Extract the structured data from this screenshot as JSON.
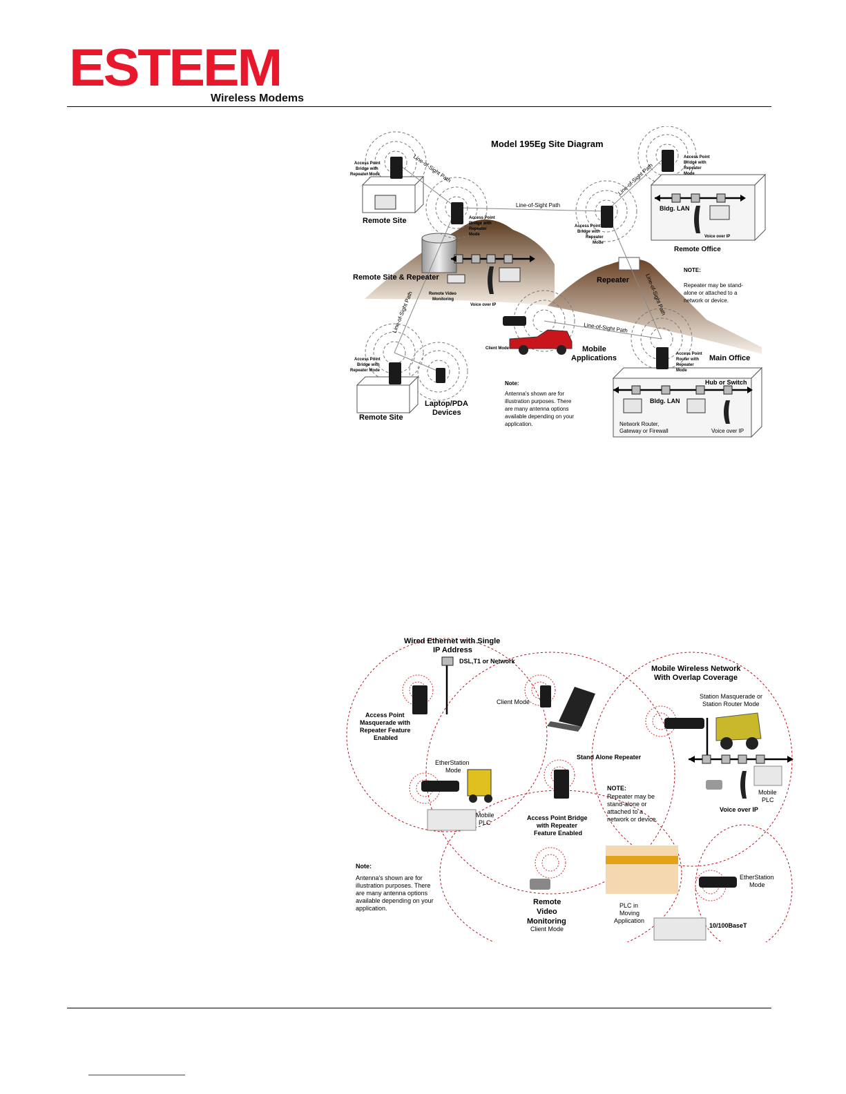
{
  "header": {
    "brand": "ESTEEM",
    "tagline": "Wireless Modems",
    "brand_color": "#e8182c"
  },
  "figure1": {
    "title": "Model 195Eg Site Diagram",
    "labels": {
      "ap_tl": [
        "Access Point",
        "Bridge with",
        "Repeater Mode"
      ],
      "remote_site_1": "Remote Site",
      "ap_center": [
        "Access Point",
        "Bridge with",
        "Repeater",
        "Mode"
      ],
      "los_1": "Line-of-Sight Path",
      "los_top": "Line-of-Sight Path",
      "los_top_right": "Line-of-Sight Path",
      "ap_repeater": [
        "Access Point",
        "Bridge with",
        "Repeater",
        "Mode"
      ],
      "ap_tr": [
        "Access Point",
        "Bridge with",
        "Repeater",
        "Mode"
      ],
      "bldg_lan_1": "Bldg. LAN",
      "voip_1": "Voice over IP",
      "remote_office": "Remote Office",
      "remote_site_repeater": "Remote Site & Repeater",
      "remote_video": [
        "Remote Video",
        "Monitoring"
      ],
      "voip_2": "Voice over IP",
      "repeater": "Repeater",
      "note_title": "NOTE:",
      "note_lines": [
        "Repeater may be stand-",
        "alone or attached to a",
        "network or device."
      ],
      "los_left": "Line-of-Sight Path",
      "los_right": "Line-of-Sight Path",
      "los_mobile": "Line-of-Sight Path",
      "client_mode": "Client Mode",
      "mobile_apps": [
        "Mobile",
        "Applications"
      ],
      "ap_bl": [
        "Access Point",
        "Bridge with",
        "Repeater Mode"
      ],
      "remote_site_2": "Remote Site",
      "laptop": [
        "Laptop/PDA",
        "Devices"
      ],
      "note2_title": "Note:",
      "note2_lines": [
        "Antenna's shown are for",
        "illustration purposes.  There",
        "are many antenna options",
        "available depending on your",
        "application."
      ],
      "ap_main": [
        "Access Point",
        "Router with",
        "Repeater",
        "Mode"
      ],
      "main_office": "Main Office",
      "hub": "Hub or Switch",
      "bldg_lan_2": "Bldg. LAN",
      "net_router": [
        "Network Router,",
        "Gateway or Firewall"
      ],
      "voip_3": "Voice over IP"
    }
  },
  "figure2": {
    "labels": {
      "wired": [
        "Wired Ethernet with Single",
        "IP Address"
      ],
      "dsl": "DSL,T1 or Network",
      "client_mode": "Client Mode",
      "mobile_net": [
        "Mobile Wireless Network",
        "With Overlap Coverage"
      ],
      "station": [
        "Station Masquerade or",
        "Station Router Mode"
      ],
      "ap_masq": [
        "Access Point",
        "Masquerade with",
        "Repeater Feature",
        "Enabled"
      ],
      "etherstation_1": [
        "EtherStation",
        "Mode"
      ],
      "mobile_plc_1": [
        "Mobile",
        "PLC"
      ],
      "standalone": "Stand Alone Repeater",
      "note_title": "NOTE:",
      "note_lines": [
        "Repeater may be",
        "stand-alone or",
        "attached to a",
        "network or device."
      ],
      "ap_bridge": [
        "Access Point Bridge",
        "with Repeater",
        "Feature Enabled"
      ],
      "voip": "Voice over IP",
      "mobile_plc_2": [
        "Mobile",
        "PLC"
      ],
      "note2_title": "Note:",
      "note2_lines": [
        "Antenna's shown are for",
        "illustration purposes.  There",
        "are many antenna options",
        "available depending on your",
        "application."
      ],
      "remote_video": [
        "Remote",
        "Video",
        "Monitoring"
      ],
      "remote_video_mode": "Client Mode",
      "plc_moving": [
        "PLC in",
        "Moving",
        "Application"
      ],
      "etherstation_2": [
        "EtherStation",
        "Mode"
      ],
      "base_t": "10/100BaseT"
    }
  }
}
